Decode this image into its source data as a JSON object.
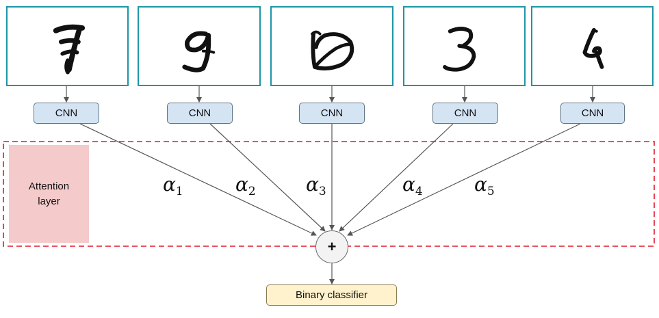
{
  "inputs": [
    {
      "digit": "7",
      "cnn_label": "CNN"
    },
    {
      "digit": "9",
      "cnn_label": "CNN"
    },
    {
      "digit": "0",
      "cnn_label": "CNN"
    },
    {
      "digit": "3",
      "cnn_label": "CNN"
    },
    {
      "digit": "4",
      "cnn_label": "CNN"
    }
  ],
  "attention": {
    "label": "Attention layer",
    "weights": [
      {
        "symbol": "α",
        "index": "1"
      },
      {
        "symbol": "α",
        "index": "2"
      },
      {
        "symbol": "α",
        "index": "3"
      },
      {
        "symbol": "α",
        "index": "4"
      },
      {
        "symbol": "α",
        "index": "5"
      }
    ]
  },
  "aggregator": {
    "symbol": "+"
  },
  "classifier": {
    "label": "Binary classifier"
  },
  "colors": {
    "image_border": "#1b96a6",
    "cnn_fill": "#d4e4f3",
    "attention_fill": "#f4cacb",
    "attention_border": "#e0182b",
    "classifier_fill": "#fff2cc",
    "arrow": "#555555"
  }
}
